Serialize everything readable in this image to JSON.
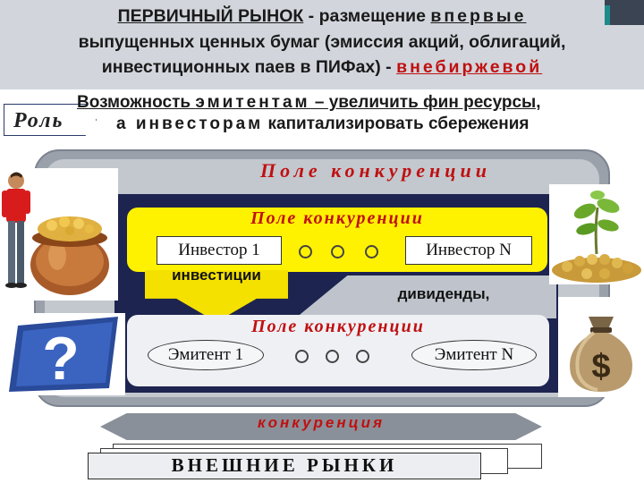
{
  "header": {
    "line1_prefix": "ПЕРВИЧНЫЙ  РЫНОК",
    "line1_middle": " - размещение ",
    "line1_emph": "впервые",
    "line2": "выпущенных ценных бумаг (эмиссия акций, облигаций,",
    "line3_prefix": "инвестиционных паев в ПИФах) - ",
    "line3_emph": "внебиржевой"
  },
  "role": {
    "label": "Роль",
    "line1_prefix": "Возможность ",
    "line1_emph": "эмитентам",
    "line1_suffix": " – увеличить фин ресурсы,",
    "line2_emph": "а инвесторам",
    "line2_suffix": " капитализировать сбережения"
  },
  "diagram": {
    "outer_title": "Поле  конкуренции",
    "investor_field_title": "Поле конкуренции",
    "investor_first": "Инвестор 1",
    "investor_last": "Инвестор N",
    "investments_label": "инвестиции",
    "dividends_label": "дивиденды,",
    "issuer_field_title": "Поле конкуренции",
    "issuer_first": "Эмитент 1",
    "issuer_last": "Эмитент N",
    "competition_label": "конкуренция",
    "external_markets_label": "ВНЕШНИЕ          РЫНКИ"
  },
  "colors": {
    "accent_red": "#c01010",
    "navy": "#1e2450",
    "yellow": "#fff200",
    "panel_gray": "#9aa1ab"
  },
  "icons": {
    "investor_picture": "man-with-coin-pot-icon",
    "growth_picture": "money-tree-icon",
    "question_picture": "question-mark-icon",
    "money_bag_picture": "dollar-money-bag-icon"
  }
}
